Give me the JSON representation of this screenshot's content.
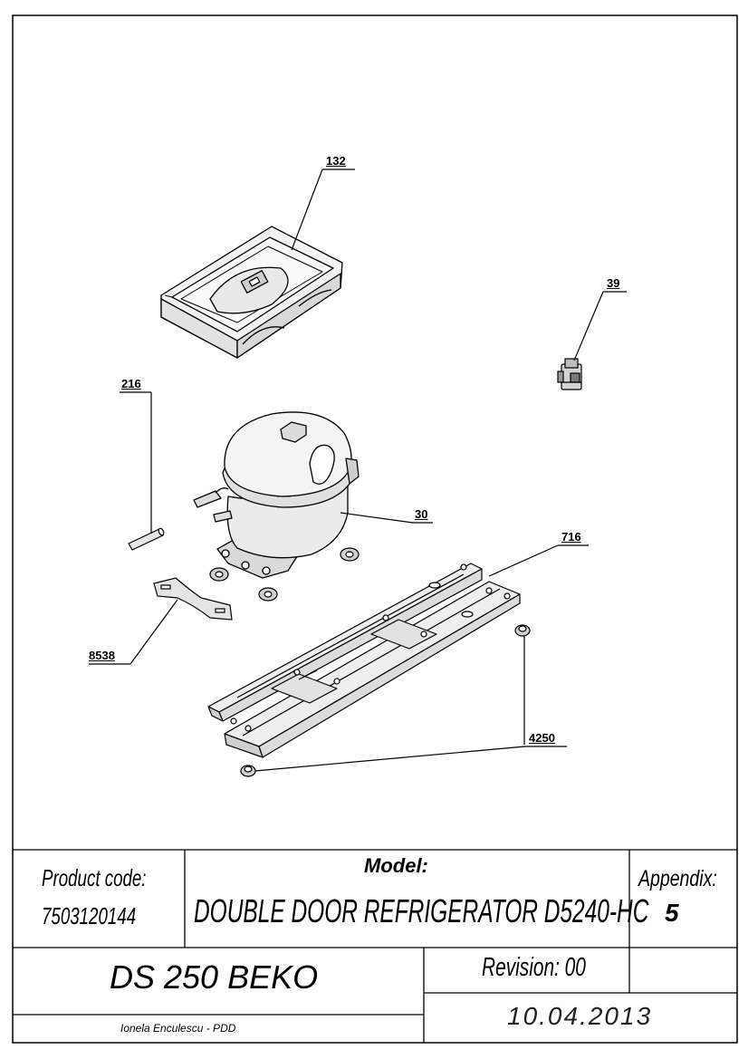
{
  "callouts": {
    "part_132": "132",
    "part_39": "39",
    "part_216": "216",
    "part_30": "30",
    "part_716": "716",
    "part_8538": "8538",
    "part_4250": "4250"
  },
  "title_block": {
    "product_code_label": "Product code:",
    "product_code": "7503120144",
    "model_label": "Model:",
    "model_name": "DOUBLE DOOR REFRIGERATOR D5240-HC",
    "appendix_label": "Appendix:",
    "appendix_number": "5",
    "drawing_name": "DS 250 BEKO",
    "revision": "Revision: 00",
    "author": "Ionela Enculescu - PDD",
    "date": "10.04.2013"
  },
  "colors": {
    "line": "#000000",
    "part_fill": "#e8e8e8",
    "background": "#ffffff"
  }
}
